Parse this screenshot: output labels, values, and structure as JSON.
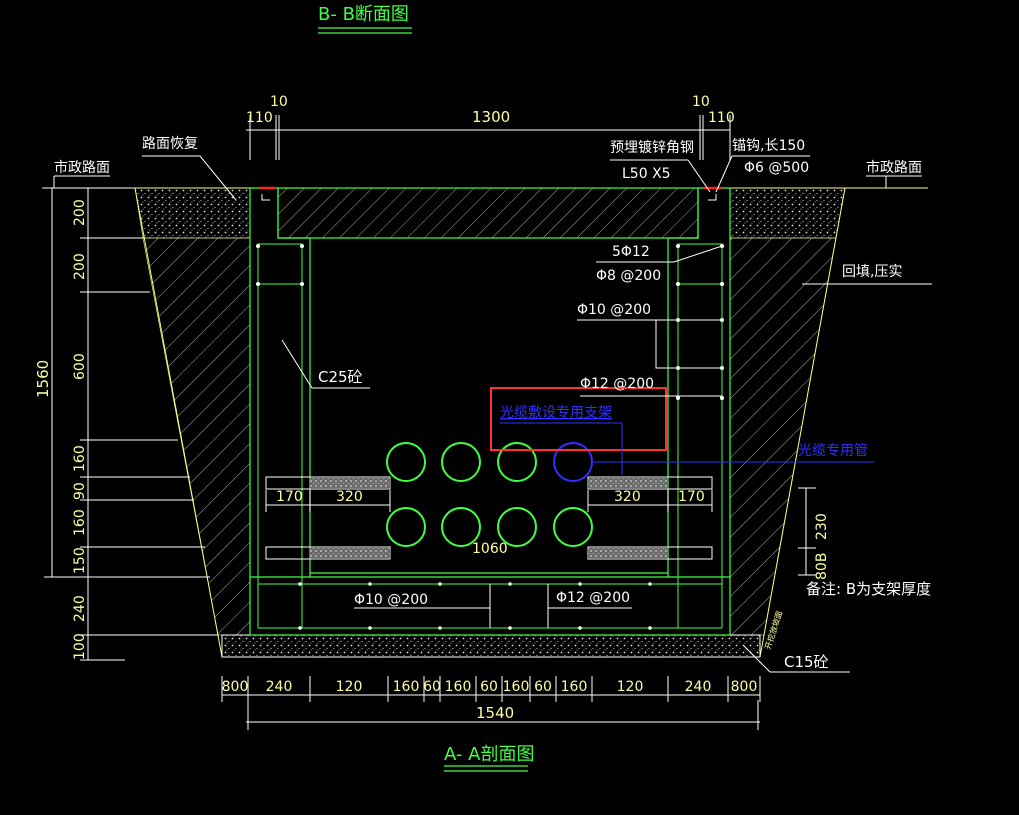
{
  "titles": {
    "top": "B- B断面图",
    "bottom": "A- A剖面图"
  },
  "labels": {
    "road_repair": "路面恢复",
    "municipal_road_left": "市政路面",
    "municipal_road_right": "市政路面",
    "embedded_angle": "预埋镀锌角钢",
    "angle_size": "L50 X5",
    "anchor_hook": "锚钩,长150",
    "anchor_spacing": "Φ6 @500",
    "rebar_5phi12": "5Φ12",
    "stirrup_phi8": "Φ8 @200",
    "backfill": "回填,压实",
    "rebar_phi10_wall": "Φ10 @200",
    "rebar_phi12_wall": "Φ12 @200",
    "concrete_c25": "C25砼",
    "cable_bracket": "光缆敷设专用支架",
    "cable_pipe": "光缆专用管",
    "note": "备注: B为支架厚度",
    "rebar_phi10_base": "Φ10 @200",
    "rebar_phi12_base": "Φ12 @200",
    "concrete_c15": "C15砼",
    "slope_note": "开挖放坡面"
  },
  "dimensions": {
    "top_110_left": "110",
    "top_10_left": "10",
    "top_1300": "1300",
    "top_10_right": "10",
    "top_110_right": "110",
    "left_200_a": "200",
    "left_200_b": "200",
    "left_600": "600",
    "left_160_a": "160",
    "left_90": "90",
    "left_160_b": "160",
    "left_150": "150",
    "left_240": "240",
    "left_100": "100",
    "left_total": "1560",
    "bracket_170_left": "170",
    "bracket_320_left": "320",
    "bracket_320_right": "320",
    "bracket_170_right": "170",
    "inner_1060": "1060",
    "right_230": "230",
    "right_80b": "80B",
    "bottom_segments": [
      "800",
      "240",
      "120",
      "160",
      "60",
      "160",
      "60",
      "160",
      "60",
      "160",
      "120",
      "240",
      "800"
    ],
    "bottom_total": "1540"
  },
  "colors": {
    "background": "#000000",
    "concrete_outline": "#40ff40",
    "dimension_text": "#ffffa0",
    "label_text": "#ffffff",
    "annotation_blue": "#3030ff",
    "highlight_box": "#ff3030",
    "road_marker": "#ff2020"
  }
}
